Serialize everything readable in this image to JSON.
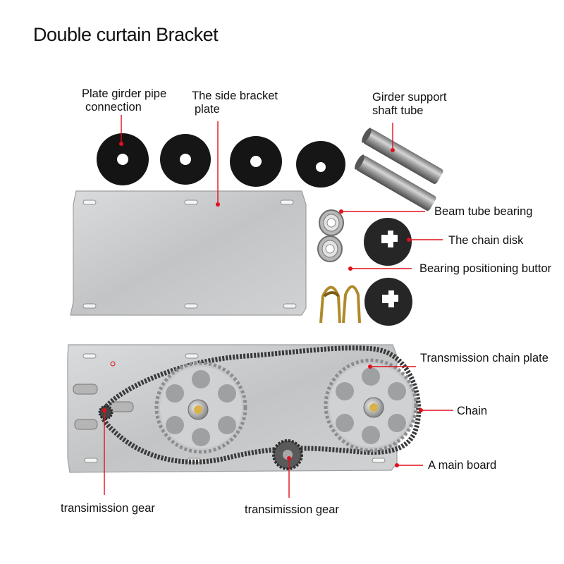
{
  "title": "Double curtain Bracket",
  "labels": {
    "plate_girder_pipe_connection": [
      "Plate girder pipe",
      "connection"
    ],
    "side_bracket_plate": [
      "The side bracket",
      "plate"
    ],
    "girder_support_shaft_tube": [
      "Girder support",
      "shaft tube"
    ],
    "beam_tube_bearing": "Beam tube bearing",
    "chain_disk": "The chain disk",
    "bearing_positioning_button": "Bearing positioning buttor",
    "transmission_chain_plate": "Transmission chain plate",
    "chain": "Chain",
    "main_board": "A main board",
    "transmission_gear_left": "transimission gear",
    "transmission_gear_center": "transimission gear"
  },
  "colors": {
    "pointer": "#e0101c",
    "rubber": "#141414",
    "steel_plate": "#c9cbcd",
    "chain": "#3c3c3c"
  }
}
